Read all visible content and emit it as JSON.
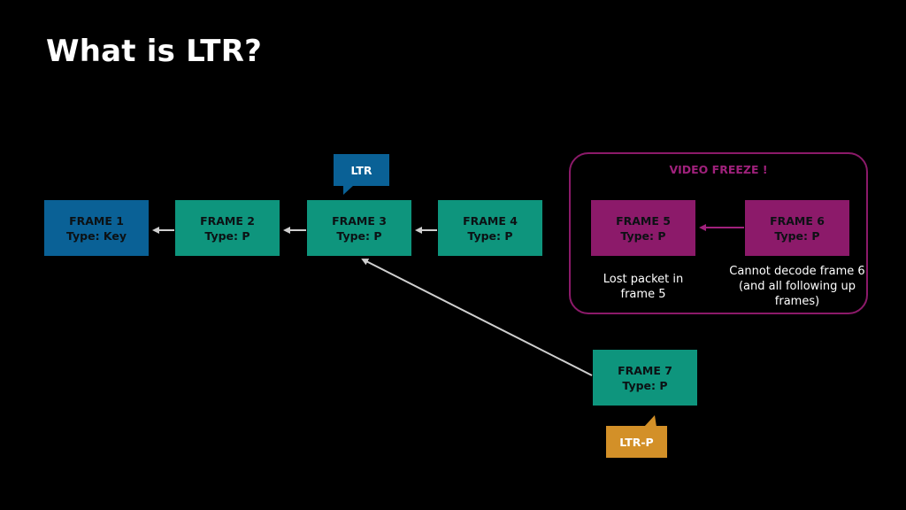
{
  "slide": {
    "title": "What is LTR?"
  },
  "frames": [
    {
      "name": "FRAME 1",
      "type": "Type: Key",
      "color": "#0a6196"
    },
    {
      "name": "FRAME 2",
      "type": "Type: P",
      "color": "#0e957d"
    },
    {
      "name": "FRAME 3",
      "type": "Type: P",
      "color": "#0e957d"
    },
    {
      "name": "FRAME 4",
      "type": "Type: P",
      "color": "#0e957d"
    },
    {
      "name": "FRAME 5",
      "type": "Type: P",
      "color": "#8c1a6a"
    },
    {
      "name": "FRAME 6",
      "type": "Type: P",
      "color": "#8c1a6a"
    },
    {
      "name": "FRAME 7",
      "type": "Type: P",
      "color": "#0e957d"
    }
  ],
  "badges": {
    "ltr": {
      "label": "LTR",
      "color": "#0a6196"
    },
    "ltr_p": {
      "label": "LTR-P",
      "color": "#d39028"
    }
  },
  "freeze": {
    "title": "VIDEO FREEZE !",
    "caption_frame5": "Lost packet in frame 5",
    "caption_frame6": "Cannot decode frame 6 (and all following up frames)"
  },
  "colors": {
    "arrow": "#cfcfcf",
    "freeze_arrow": "#a0217c",
    "background": "#000000"
  }
}
